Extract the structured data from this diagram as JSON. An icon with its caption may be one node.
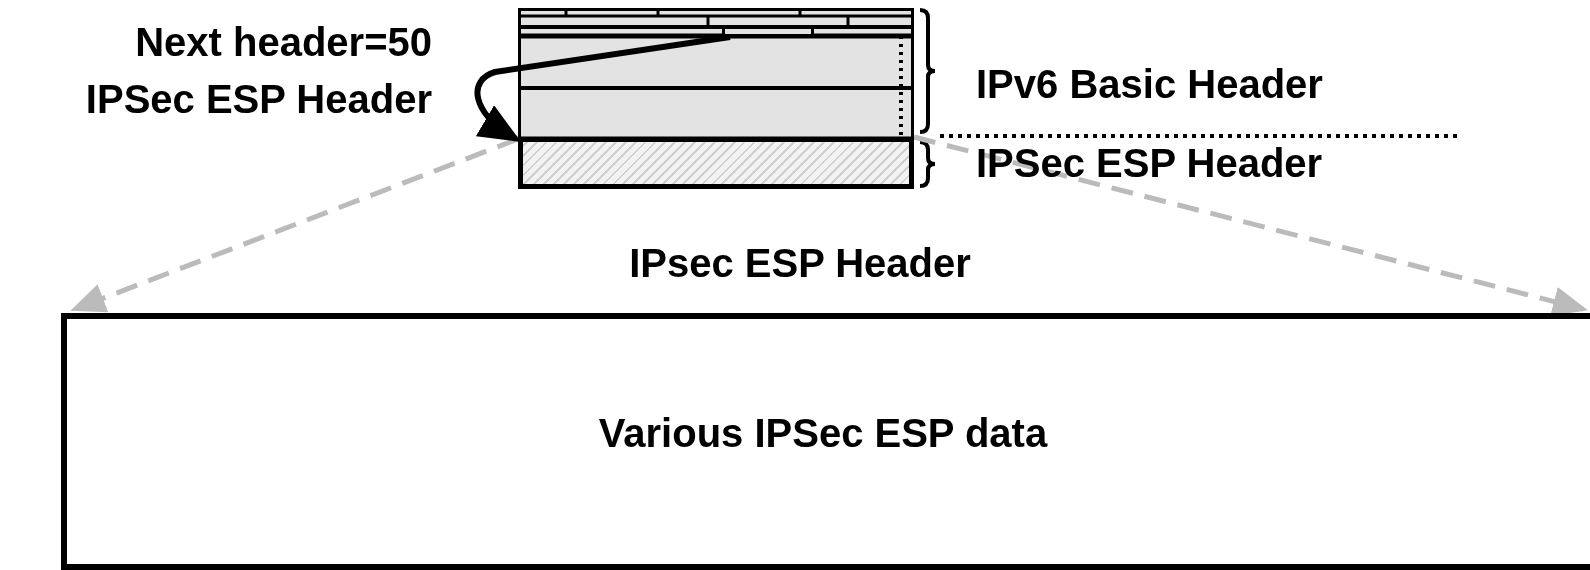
{
  "diagram": {
    "nodes": [
      {
        "text": [],
        "shape": "box"
      },
      {
        "text": [],
        "shape": "box",
        "in": 0
      },
      {
        "text": [],
        "shape": "box",
        "in": 0
      },
      {
        "text": [
          "Various IPSec ESP data"
        ],
        "beside": [
          "IPsec ESP Header"
        ]
      }
    ],
    "edges": [
      {
        "from": 1,
        "to": 2,
        "arrow": "to",
        "color": "#000000"
      },
      {
        "from": 2,
        "to": 3,
        "arrow": "to",
        "style": "dashed"
      },
      {
        "from": 2,
        "to": 3,
        "arrow": "to",
        "style": "dashed"
      }
    ],
    "labels": [
      "Next header=50",
      "IPSec ESP Header",
      "IPv6 Basic Header",
      "IPSec ESP Header"
    ]
  }
}
